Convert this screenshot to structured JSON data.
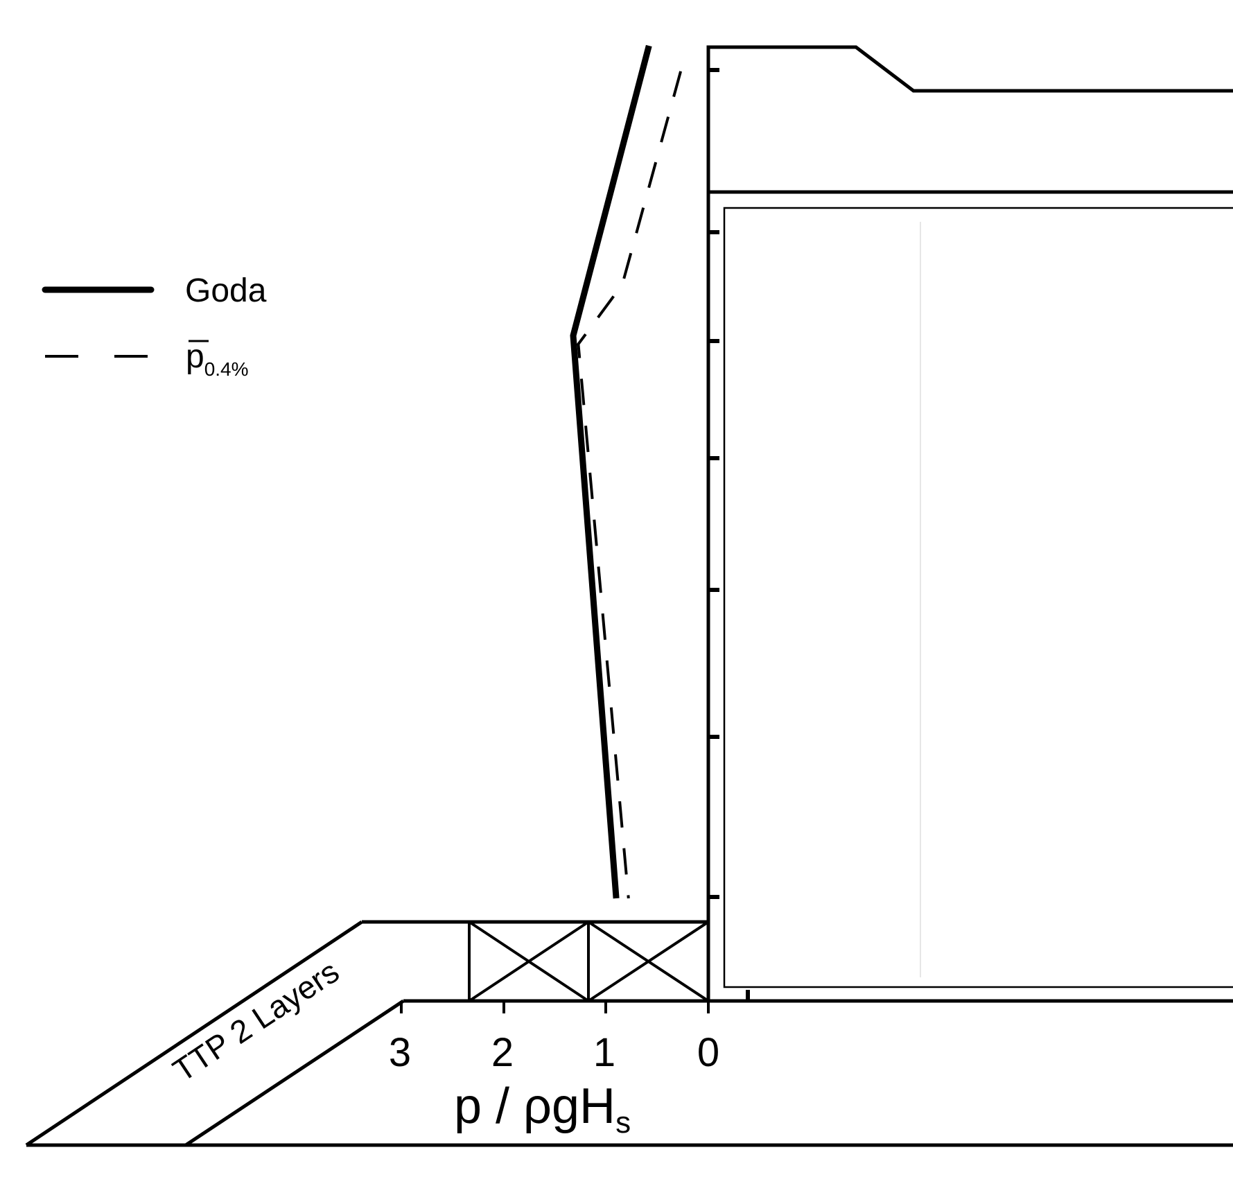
{
  "legend": {
    "solid_label": "Goda",
    "dashed_label_main": "p",
    "dashed_label_sub": "0.4%"
  },
  "axis": {
    "label_main": "p / ρgH",
    "label_sub": "s",
    "ticks": [
      "3",
      "2",
      "1",
      "0"
    ]
  },
  "berm_label": "TTP 2 Layers",
  "chart_data": {
    "type": "line",
    "xlabel": "p / ρgHs",
    "x_ticks": [
      3,
      2,
      1,
      0
    ],
    "x_direction": "increasing-left",
    "series": [
      {
        "name": "Goda",
        "style": "solid",
        "points": [
          [
            0.58,
            1.0
          ],
          [
            1.32,
            0.66
          ],
          [
            0.9,
            0.0
          ]
        ]
      },
      {
        "name": "p0.4%",
        "style": "dashed",
        "points": [
          [
            0.27,
            0.97
          ],
          [
            0.84,
            0.72
          ],
          [
            1.27,
            0.65
          ],
          [
            0.78,
            0.0
          ]
        ]
      }
    ]
  }
}
